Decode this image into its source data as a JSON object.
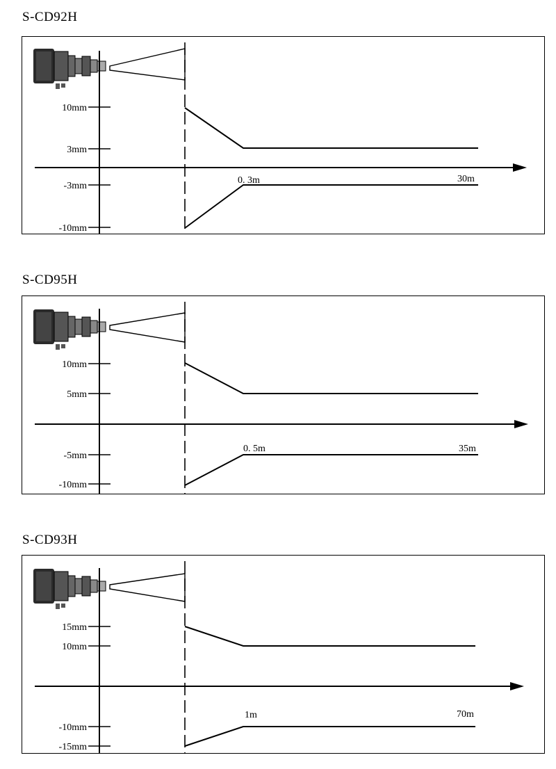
{
  "diagrams": [
    {
      "model": "S-CD92H",
      "upper_labels": [
        "10mm",
        "3mm"
      ],
      "lower_labels": [
        "-3mm",
        "-10mm"
      ],
      "distance_near": "0. 3m",
      "distance_far": "30m"
    },
    {
      "model": "S-CD95H",
      "upper_labels": [
        "10mm",
        "5mm"
      ],
      "lower_labels": [
        "-5mm",
        "-10mm"
      ],
      "distance_near": "0. 5m",
      "distance_far": "35m"
    },
    {
      "model": "S-CD93H",
      "upper_labels": [
        "15mm",
        "10mm"
      ],
      "lower_labels": [
        "-10mm",
        "-15mm"
      ],
      "distance_near": "1m",
      "distance_far": "70m"
    }
  ]
}
